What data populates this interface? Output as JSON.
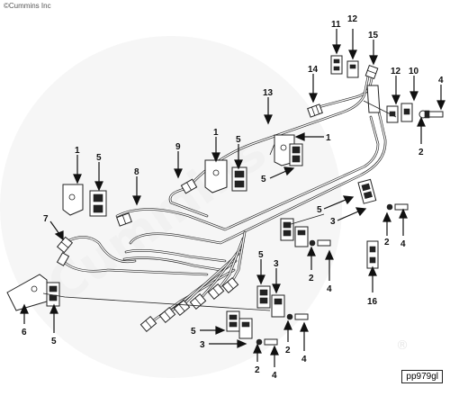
{
  "copyright": "©Cummins Inc",
  "watermark": "Cummins",
  "watermark_mark": "®",
  "part_ref": "pp979gl",
  "callouts": [
    {
      "id": "c1a",
      "label": "1"
    },
    {
      "id": "c5a",
      "label": "5"
    },
    {
      "id": "c8",
      "label": "8"
    },
    {
      "id": "c9",
      "label": "9"
    },
    {
      "id": "c1b",
      "label": "1"
    },
    {
      "id": "c5b",
      "label": "5"
    },
    {
      "id": "c13",
      "label": "13"
    },
    {
      "id": "c1c",
      "label": "1"
    },
    {
      "id": "c14",
      "label": "14"
    },
    {
      "id": "c11",
      "label": "11"
    },
    {
      "id": "c12a",
      "label": "12"
    },
    {
      "id": "c15",
      "label": "15"
    },
    {
      "id": "c12b",
      "label": "12"
    },
    {
      "id": "c10",
      "label": "10"
    },
    {
      "id": "c4a",
      "label": "4"
    },
    {
      "id": "c2a",
      "label": "2"
    },
    {
      "id": "c5c",
      "label": "5"
    },
    {
      "id": "c5d",
      "label": "5"
    },
    {
      "id": "c3a",
      "label": "3"
    },
    {
      "id": "c2b",
      "label": "2"
    },
    {
      "id": "c4b",
      "label": "4"
    },
    {
      "id": "c7",
      "label": "7"
    },
    {
      "id": "c5e",
      "label": "5"
    },
    {
      "id": "c3b",
      "label": "3"
    },
    {
      "id": "c2c",
      "label": "2"
    },
    {
      "id": "c4c",
      "label": "4"
    },
    {
      "id": "c6",
      "label": "6"
    },
    {
      "id": "c5f",
      "label": "5"
    },
    {
      "id": "c16",
      "label": "16"
    },
    {
      "id": "c5g",
      "label": "5"
    },
    {
      "id": "c3c",
      "label": "3"
    },
    {
      "id": "c2d",
      "label": "2"
    },
    {
      "id": "c4d",
      "label": "4"
    }
  ]
}
